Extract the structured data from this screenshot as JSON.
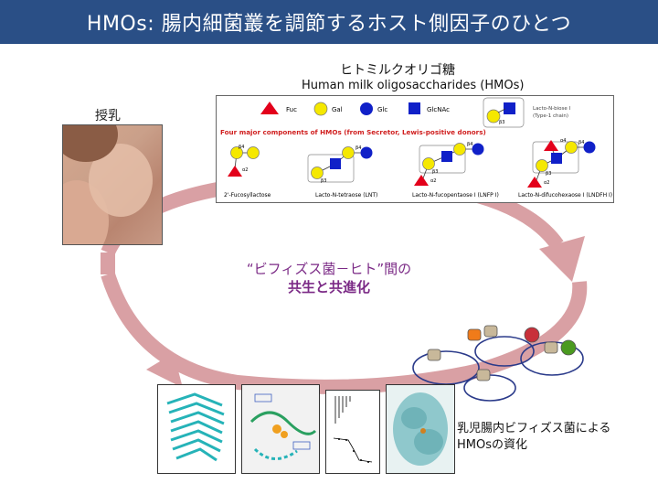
{
  "title": "HMOs: 腸内細菌叢を調節するホスト側因子のひとつ",
  "breastfeeding_label": "授乳",
  "hmo_title_ja": "ヒトミルクオリゴ糖",
  "hmo_title_en": "Human milk oligosaccharides (HMOs)",
  "legend": [
    {
      "label": "Fuc",
      "shape": "triangle",
      "color": "#e3001b"
    },
    {
      "label": "Gal",
      "shape": "circle",
      "color": "#f5e800"
    },
    {
      "label": "Glc",
      "shape": "circle",
      "color": "#1020c8"
    },
    {
      "label": "GlcNAc",
      "shape": "square",
      "color": "#1020c8"
    }
  ],
  "lnb_label": "Lacto-N-biose I",
  "lnb_sub": "(Type-1 chain)",
  "components_heading": "Four major components of HMOs (from Secretor, Lewis-positive donors)",
  "structures": [
    {
      "name": "2'-Fucosyllactose"
    },
    {
      "name": "Lacto-N-tetraose (LNT)"
    },
    {
      "name": "Lacto-N-fucopentaose I (LNFP I)"
    },
    {
      "name": "Lacto-N-difucohexaose I (LNDFH I)"
    }
  ],
  "linkages": {
    "b3": "β3",
    "b4": "β4",
    "a2": "α2",
    "a4": "α4"
  },
  "center_line1": "“ビフィズス菌－ヒト”間の",
  "center_line2": "共生と共進化",
  "bacteria_label_line1": "乳児腸内ビフィズス菌による",
  "bacteria_label_line2": "HMOsの資化",
  "colors": {
    "title_bg": "#2a4f86",
    "cycle_arrow": "#d9a0a4",
    "center_text": "#7b2a86",
    "cell_outline": "#2a3a8a",
    "transporter_orange": "#f07b1a",
    "transporter_tan": "#c8b89a",
    "transporter_red": "#c8303a",
    "transporter_green": "#4a9a20",
    "protein": "#26b3b8"
  }
}
